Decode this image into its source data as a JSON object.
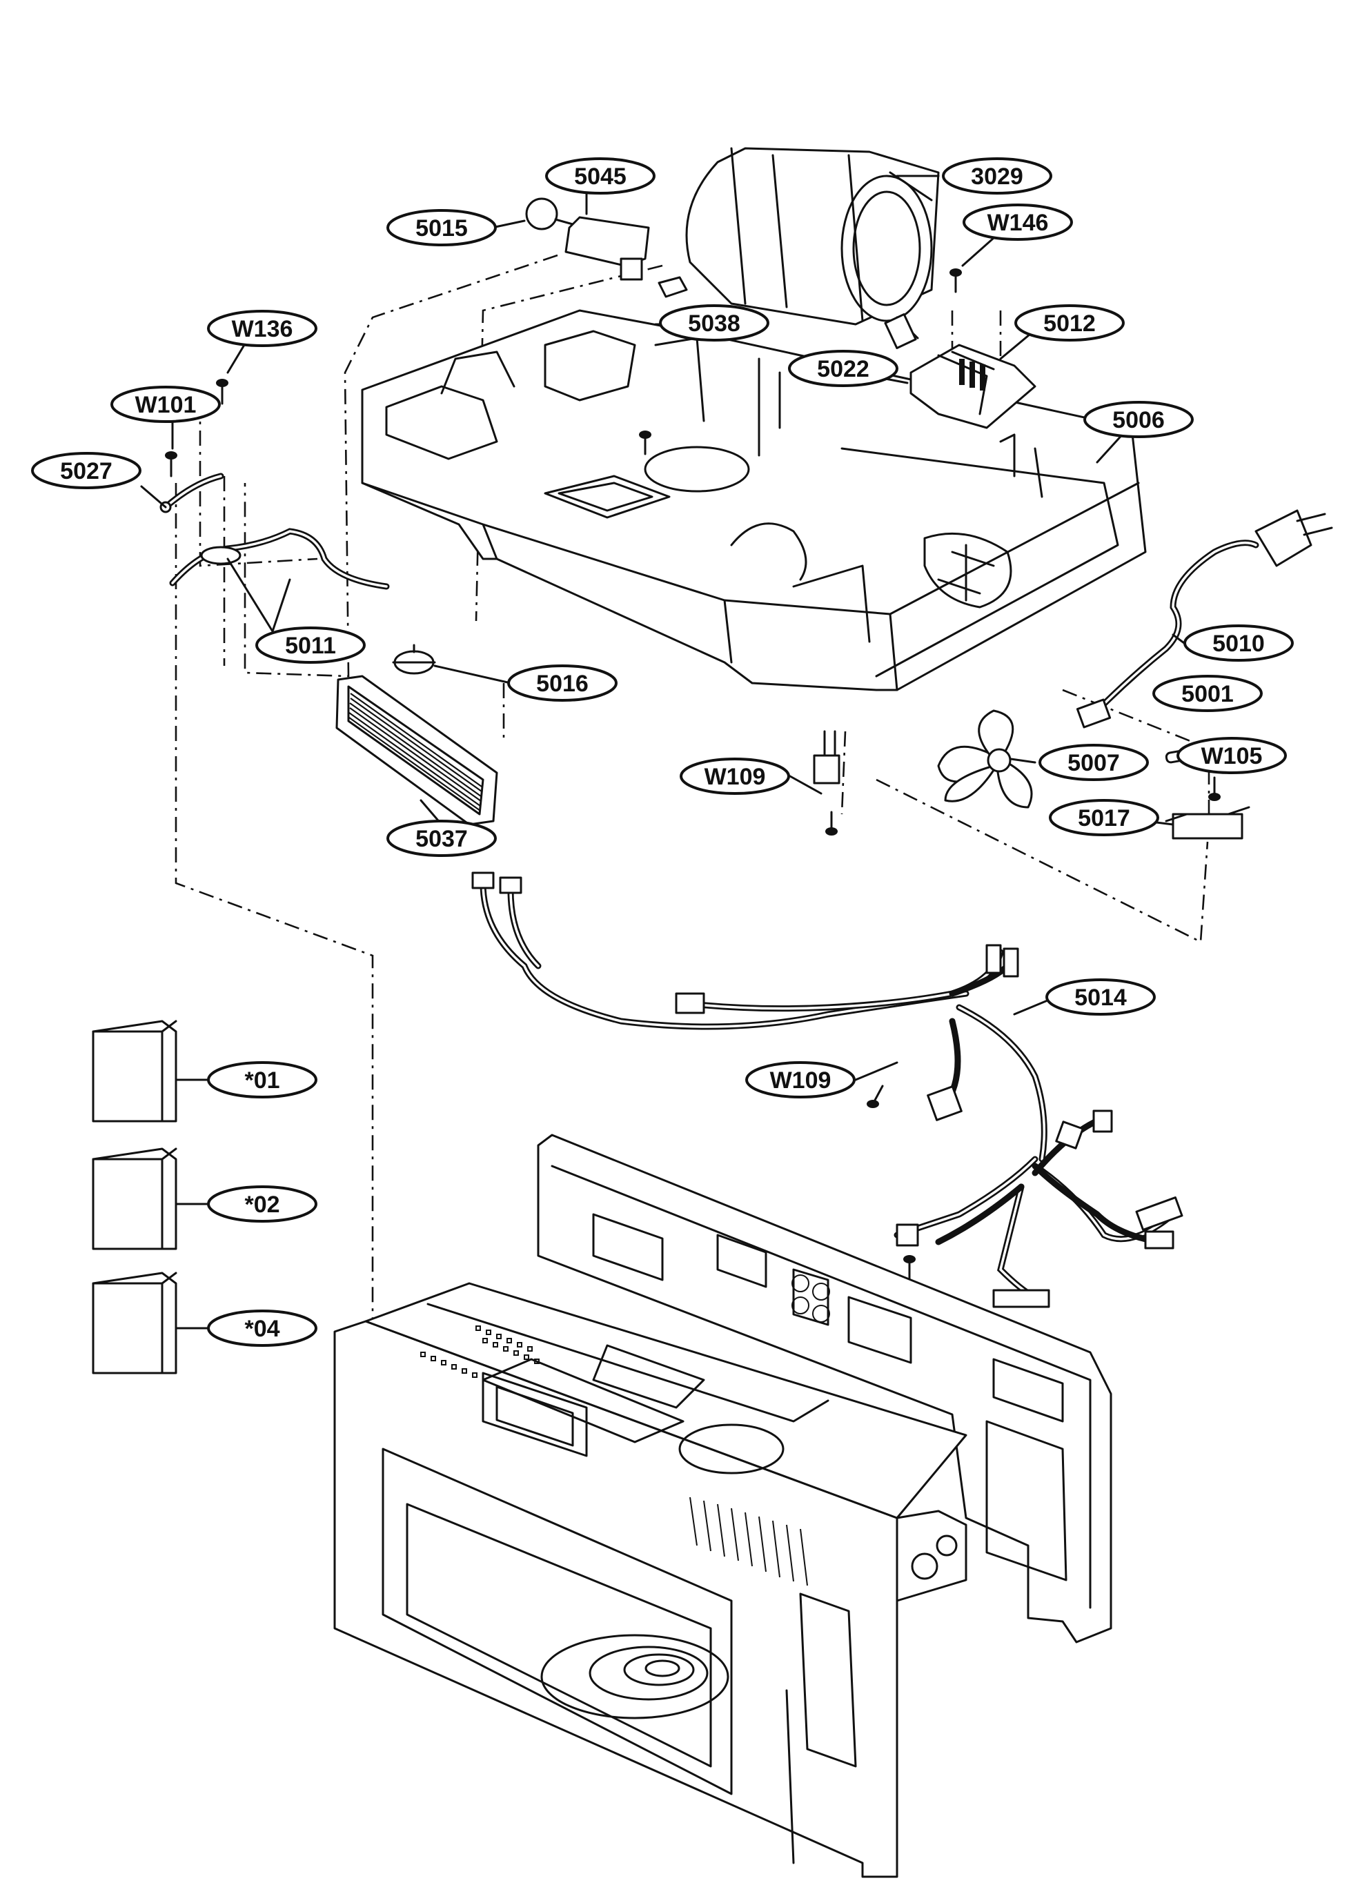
{
  "diagram": {
    "callouts": [
      {
        "id": "c-3029",
        "label": "3029"
      },
      {
        "id": "c-5045",
        "label": "5045"
      },
      {
        "id": "c-5015",
        "label": "5015"
      },
      {
        "id": "c-W146",
        "label": "W146"
      },
      {
        "id": "c-5038",
        "label": "5038"
      },
      {
        "id": "c-5012",
        "label": "5012"
      },
      {
        "id": "c-W136",
        "label": "W136"
      },
      {
        "id": "c-5022",
        "label": "5022"
      },
      {
        "id": "c-W101",
        "label": "W101"
      },
      {
        "id": "c-5006",
        "label": "5006"
      },
      {
        "id": "c-5027",
        "label": "5027"
      },
      {
        "id": "c-5011",
        "label": "5011"
      },
      {
        "id": "c-5010",
        "label": "5010"
      },
      {
        "id": "c-5016",
        "label": "5016"
      },
      {
        "id": "c-5001",
        "label": "5001"
      },
      {
        "id": "c-W109a",
        "label": "W109"
      },
      {
        "id": "c-W105",
        "label": "W105"
      },
      {
        "id": "c-5007",
        "label": "5007"
      },
      {
        "id": "c-5017",
        "label": "5017"
      },
      {
        "id": "c-5037",
        "label": "5037"
      },
      {
        "id": "c-5014",
        "label": "5014"
      },
      {
        "id": "c-01",
        "label": "*01"
      },
      {
        "id": "c-W109b",
        "label": "W109"
      },
      {
        "id": "c-02",
        "label": "*02"
      },
      {
        "id": "c-04",
        "label": "*04"
      }
    ]
  }
}
